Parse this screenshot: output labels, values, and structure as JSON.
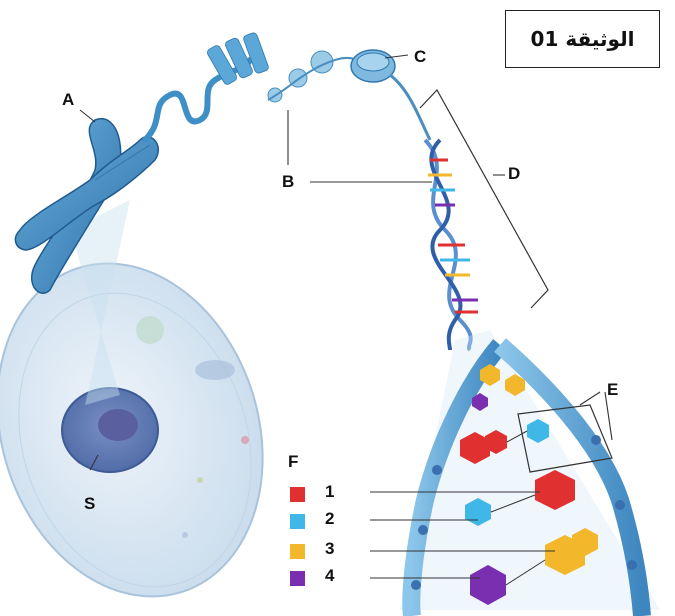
{
  "document": {
    "title": "الوثيقة 01"
  },
  "labels": {
    "A": "A",
    "B": "B",
    "C": "C",
    "D": "D",
    "E": "E",
    "S": "S"
  },
  "legend": {
    "title": "F",
    "items": [
      {
        "number": "1",
        "color": "#e03030"
      },
      {
        "number": "2",
        "color": "#3fb8e8"
      },
      {
        "number": "3",
        "color": "#f2b72a"
      },
      {
        "number": "4",
        "color": "#7a2fb0"
      }
    ]
  },
  "colors": {
    "chromosome": "#3a8ec7",
    "backbone": "#4f9fd1",
    "cell": "#dce8f2",
    "nucleus": "#7f9fc9"
  }
}
